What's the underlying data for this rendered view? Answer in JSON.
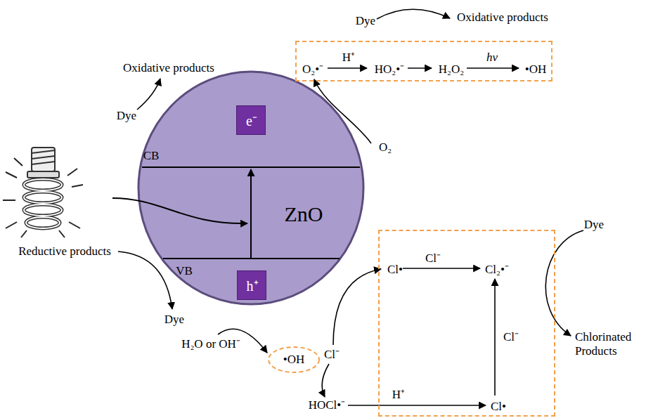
{
  "diagram": {
    "nodes": [
      {
        "text": [
          "ZnO",
          "CB",
          "VB"
        ]
      },
      {
        "text": [
          "e⁻"
        ],
        "in": 0
      },
      {
        "text": [
          "h⁺"
        ],
        "in": 0
      },
      {
        "text": [
          "O₂•⁻",
          "H⁺",
          "HO₂•⁻",
          "H₂O₂",
          "hν",
          "•OH"
        ]
      },
      {
        "text": [
          "•OH"
        ]
      },
      {
        "text": [
          "Cl•",
          "Cl⁻",
          "Cl₂•⁻",
          "Cl⁻",
          "H⁺",
          "Cl•"
        ]
      }
    ],
    "labels": [
      "Oxidative products",
      "Dye",
      "O₂",
      "Oxidative products",
      "Dye",
      "Reductive products",
      "Dye",
      "H₂O or OH⁻",
      "Cl⁻",
      "HOCl•⁻",
      "Dye",
      "Chlorinated Products"
    ]
  }
}
